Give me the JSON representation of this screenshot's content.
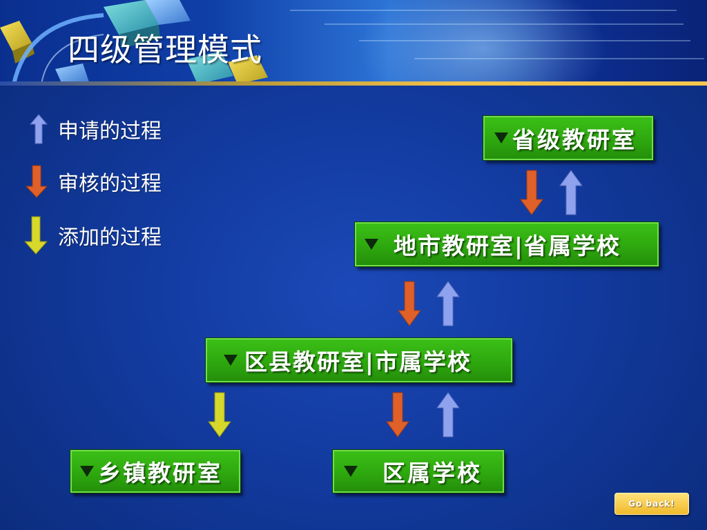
{
  "title": "四级管理模式",
  "legend": [
    {
      "label": "申请的过程",
      "arrow": "up",
      "color": "#8ea2ee"
    },
    {
      "label": "审核的过程",
      "arrow": "down",
      "color": "#e0602a"
    },
    {
      "label": "添加的过程",
      "arrow": "down",
      "color": "#d6d92c"
    }
  ],
  "nodes": {
    "provincial": "省级教研室",
    "city": "地市教研室|省属学校",
    "district": "区县教研室|市属学校",
    "township": "乡镇教研室",
    "district_school": "区属学校"
  },
  "colors": {
    "apply": "#8ea2ee",
    "review": "#e0602a",
    "add": "#d6d92c",
    "node_green": "#2ea80f"
  },
  "go_back": "Go back!"
}
